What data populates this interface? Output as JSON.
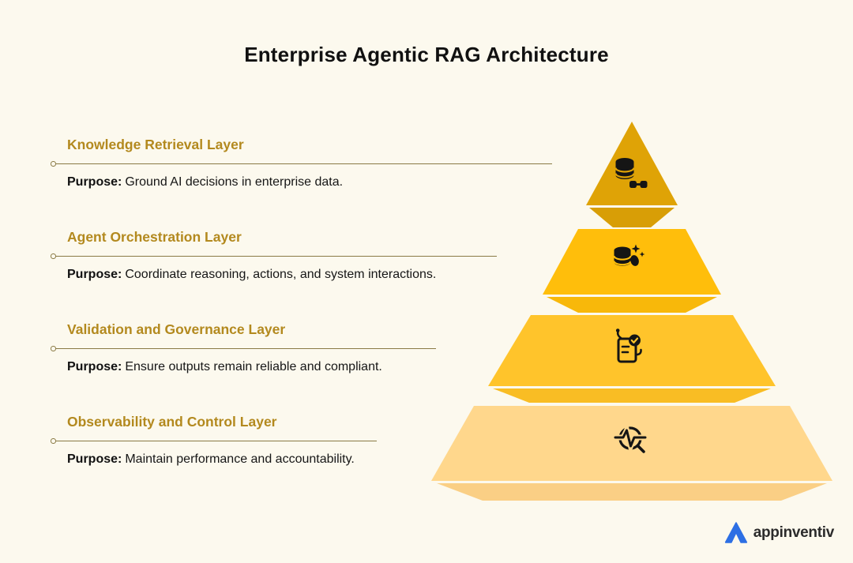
{
  "header": {
    "title": "Enterprise Agentic RAG Architecture"
  },
  "sections": [
    {
      "title": "Knowledge Retrieval Layer",
      "purpose_label": "Purpose:",
      "purpose": "Ground AI decisions in enterprise data."
    },
    {
      "title": "Agent Orchestration Layer",
      "purpose_label": "Purpose:",
      "purpose": "Coordinate reasoning, actions, and system interactions."
    },
    {
      "title": "Validation and Governance Layer",
      "purpose_label": "Purpose:",
      "purpose": "Ensure outputs remain reliable and compliant."
    },
    {
      "title": "Observability and Control Layer",
      "purpose_label": "Purpose:",
      "purpose": "Maintain performance and accountability."
    }
  ],
  "pyramid": {
    "layers": [
      {
        "name": "Knowledge Retrieval Layer",
        "icon": "database-link-icon",
        "color": "#DFA306",
        "underside_color": "#D89E06"
      },
      {
        "name": "Agent Orchestration Layer",
        "icon": "ai-data-icon",
        "color": "#FFBE0B",
        "underside_color": "#F8B80A"
      },
      {
        "name": "Validation and Governance Layer",
        "icon": "validation-checklist-icon",
        "color": "#FFC42B",
        "underside_color": "#F9BD24"
      },
      {
        "name": "Observability and Control Layer",
        "icon": "observability-search-icon",
        "color": "#FFD78C",
        "underside_color": "#FACF85"
      }
    ]
  },
  "branding": {
    "logo_text": "appinventiv",
    "logo_mark_color": "#2D6FE4"
  },
  "colors": {
    "background": "#FCF9EE",
    "section_title": "#B3891E",
    "rule_line": "#8A7A45",
    "body_text": "#161616"
  }
}
